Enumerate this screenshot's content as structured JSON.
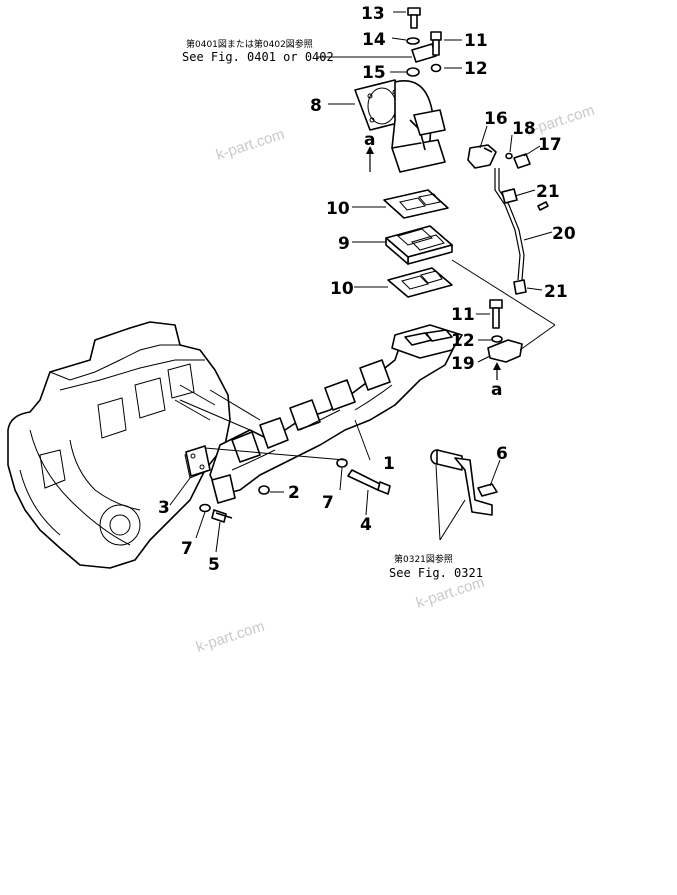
{
  "callouts": {
    "c1": "1",
    "c2": "2",
    "c3": "3",
    "c4": "4",
    "c5": "5",
    "c6": "6",
    "c7a": "7",
    "c7b": "7",
    "c8": "8",
    "c9": "9",
    "c10a": "10",
    "c10b": "10",
    "c11a": "11",
    "c11b": "11",
    "c12a": "12",
    "c12b": "12",
    "c13": "13",
    "c14": "14",
    "c15": "15",
    "c16": "16",
    "c17": "17",
    "c18": "18",
    "c19": "19",
    "c20": "20",
    "c21a": "21",
    "c21b": "21"
  },
  "markers": {
    "a_top": "a",
    "a_bottom": "a"
  },
  "references": {
    "ref_0401_jp": "第0401図または第0402図参照",
    "ref_0401_en": "See Fig. 0401 or 0402",
    "ref_0321_jp": "第0321図参照",
    "ref_0321_en": "See Fig. 0321"
  },
  "watermarks": {
    "w1": "k-part.com",
    "w2": "k-part.com",
    "w3": "k-part.com",
    "w4": "k-part.com"
  }
}
